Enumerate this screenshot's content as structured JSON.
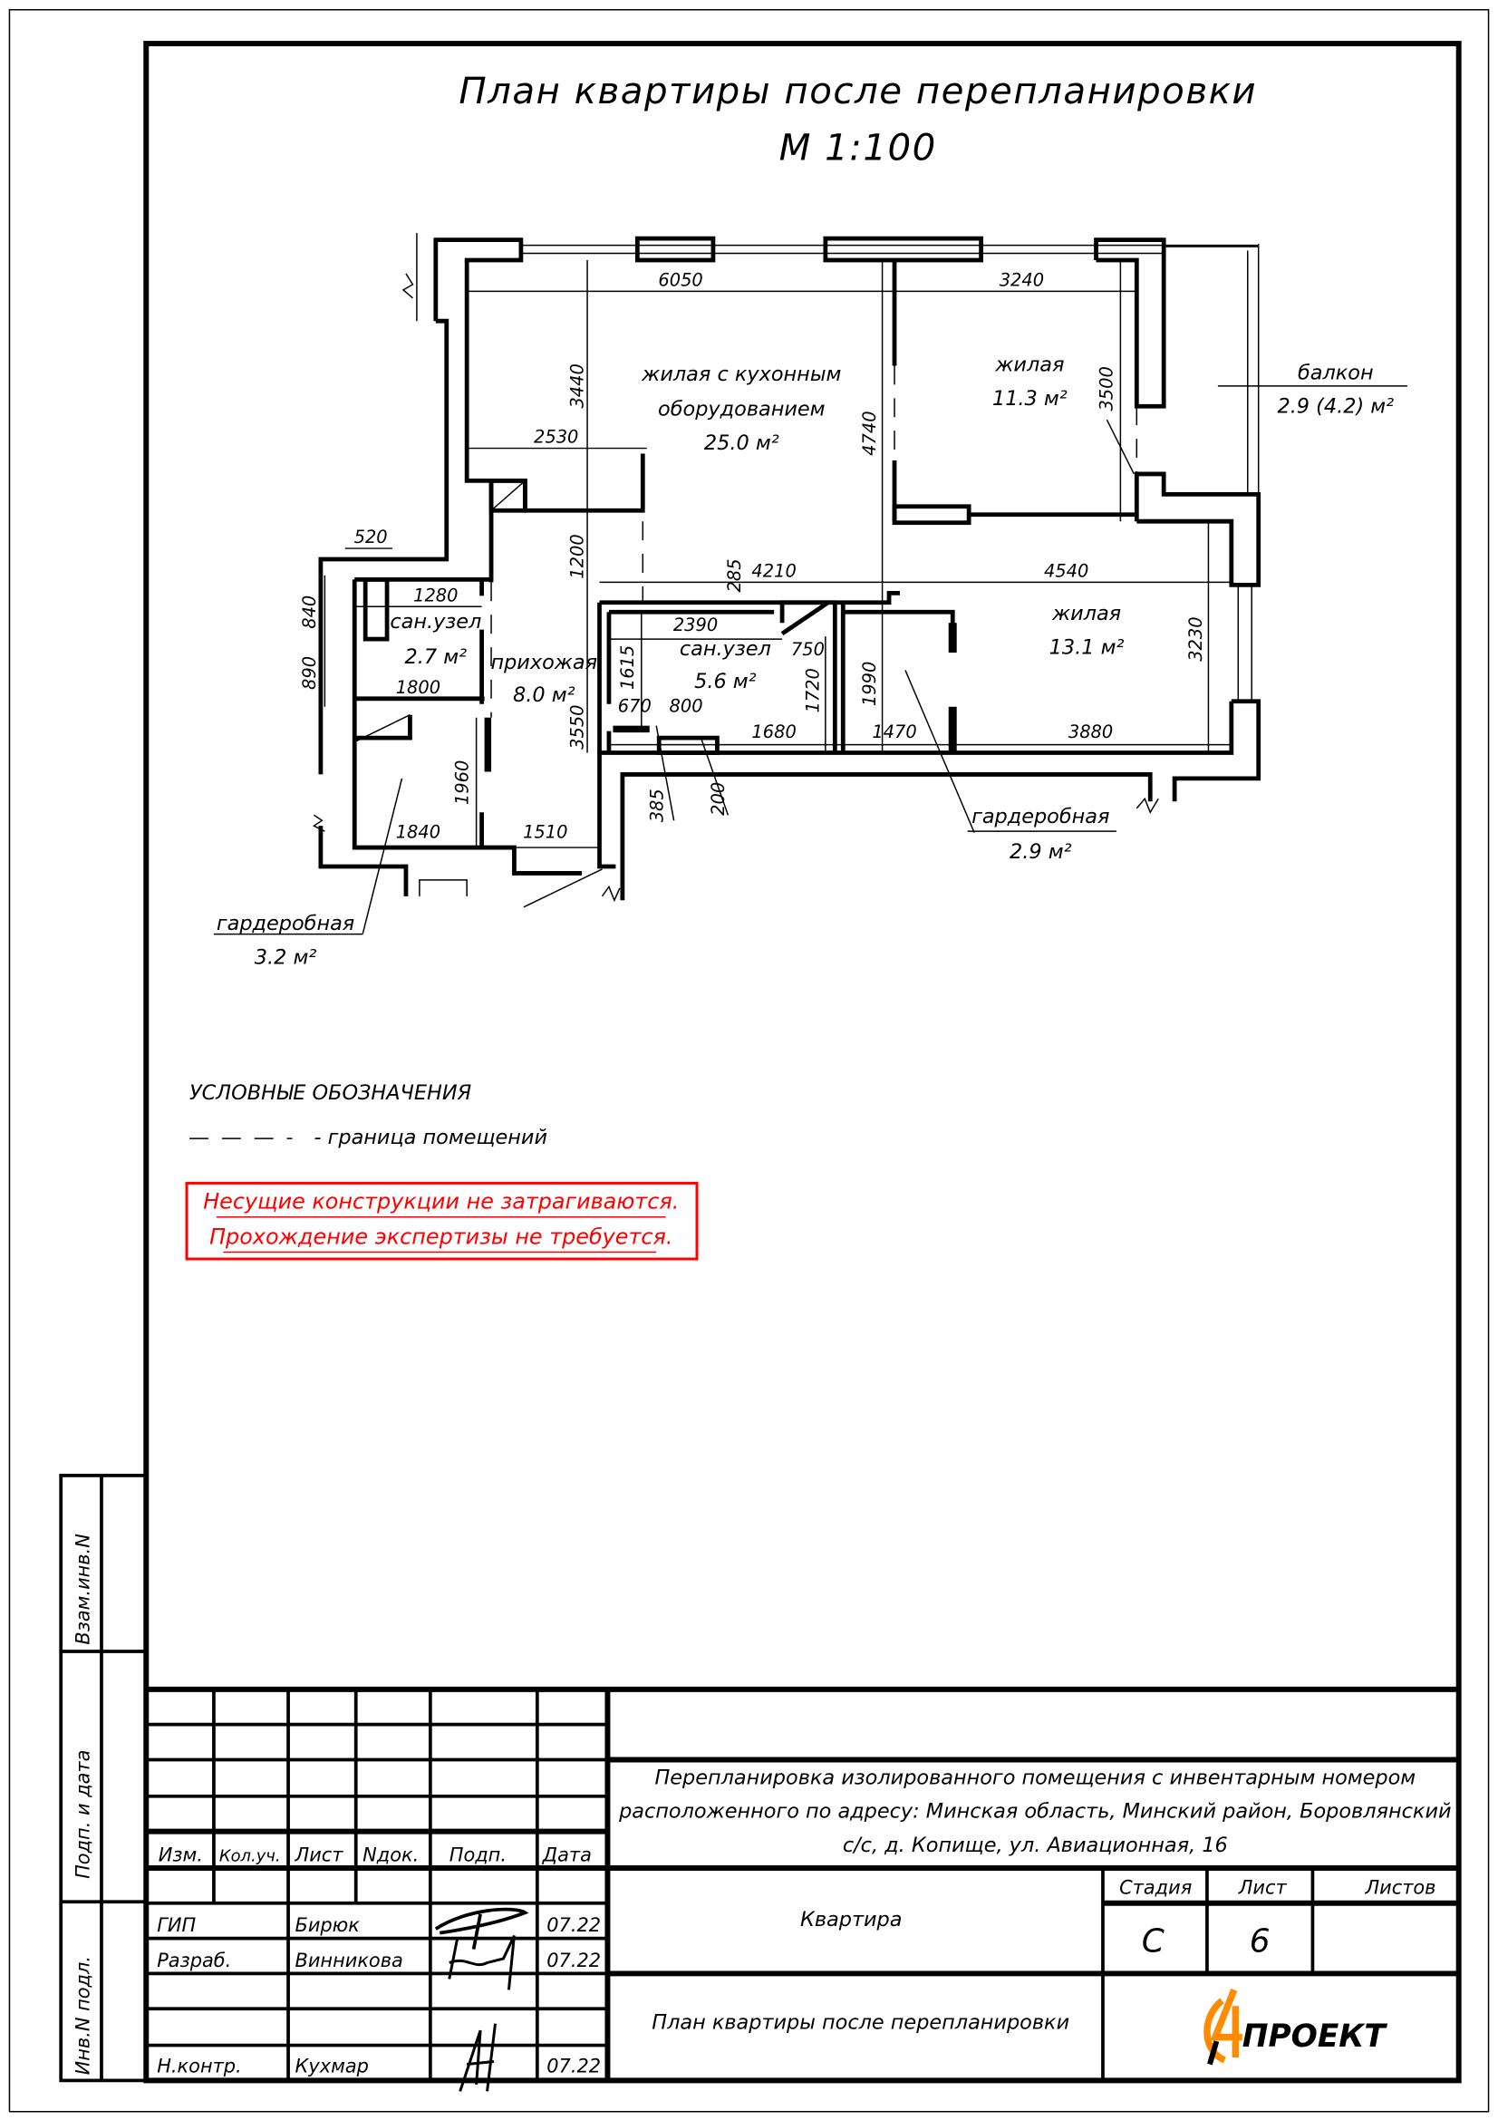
{
  "title": {
    "line1": "План квартиры после перепланировки",
    "line2": "М 1:100"
  },
  "plan": {
    "rooms": {
      "kitchen_living_l1": "жилая с кухонным",
      "kitchen_living_l2": "оборудованием",
      "kitchen_living_area": "25.0 м²",
      "living1_name": "жилая",
      "living1_area": "11.3 м²",
      "balcony_name": "балкон",
      "balcony_area": "2.9 (4.2) м²",
      "living2_name": "жилая",
      "living2_area": "13.1 м²",
      "wc1_name": "сан.узел",
      "wc1_area": "2.7 м²",
      "hall_name": "прихожая",
      "hall_area": "8.0 м²",
      "wc2_name": "сан.узел",
      "wc2_area": "5.6 м²",
      "wardrobe1_name": "гардеробная",
      "wardrobe1_area": "2.9 м²",
      "wardrobe2_name": "гардеробная",
      "wardrobe2_area": "3.2 м²"
    },
    "dims": [
      "6050",
      "3240",
      "2530",
      "520",
      "1280",
      "4210",
      "4540",
      "2390",
      "750",
      "1800",
      "670",
      "800",
      "1680",
      "1470",
      "3880",
      "1840",
      "1510",
      "3440",
      "4740",
      "3500",
      "1200",
      "285",
      "840",
      "890",
      "1615",
      "1720",
      "1990",
      "3230",
      "3550",
      "1960",
      "385",
      "200"
    ]
  },
  "legend": {
    "heading": "УСЛОВНЫЕ ОБОЗНАЧЕНИЯ",
    "item": "- граница помещений"
  },
  "notice": {
    "line1": "Несущие конструкции не затрагиваются.",
    "line2": "Прохождение экспертизы не требуется.",
    "color": "#ff0000"
  },
  "side_stamp": {
    "vzam": "Взам.инв.N",
    "podp": "Подп. и дата",
    "inv": "Инв.N подл."
  },
  "title_block": {
    "headers": [
      "Изм.",
      "Кол.уч.",
      "Лист",
      "Nдок.",
      "Подп.",
      "Дата"
    ],
    "rows": [
      {
        "role": "ГИП",
        "name": "Бирюк",
        "date": "07.22"
      },
      {
        "role": "Разраб.",
        "name": "Винникова",
        "date": "07.22"
      },
      {
        "role": "Н.контр.",
        "name": "Кухмар",
        "date": "07.22"
      }
    ],
    "project_l1": "Перепланировка изолированного помещения с инвентарным номером",
    "project_l2": "расположенного по адресу: Минская область, Минский район, Боровлянский",
    "project_l3": "с/с, д. Копище, ул. Авиационная, 16",
    "object": "Квартира",
    "sheet_title": "План квартиры после перепланировки",
    "stage_label": "Стадия",
    "sheet_label": "Лист",
    "sheets_label": "Листов",
    "stage": "С",
    "sheet": "6",
    "sheets": "",
    "logo": "ПРОЕКТ",
    "logo_color": "#ff8c00"
  }
}
